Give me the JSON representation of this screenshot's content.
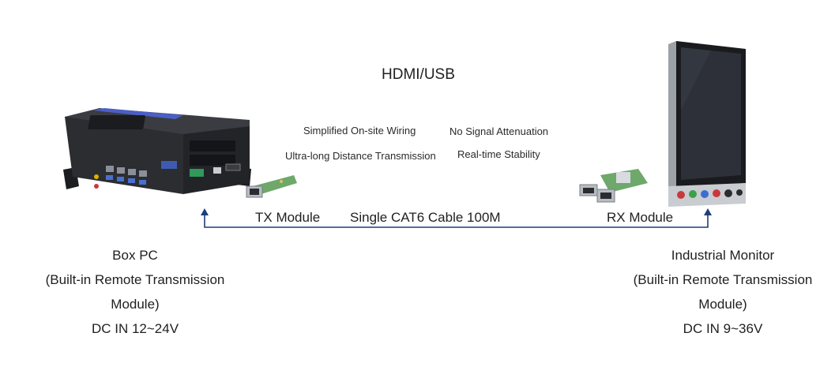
{
  "title": "HDMI/USB",
  "features": {
    "wiring": "Simplified On-site Wiring",
    "attenuation": "No Signal Attenuation",
    "distance": "Ultra-long Distance Transmission",
    "stability": "Real-time Stability"
  },
  "link": {
    "cable": "Single CAT6 Cable 100M",
    "tx": "TX Module",
    "rx": "RX Module"
  },
  "box_pc": {
    "line1": "Box PC",
    "line2": "(Built-in Remote Transmission",
    "line3": "Module)",
    "line4": "DC IN 12~24V"
  },
  "monitor": {
    "line1": "Industrial Monitor",
    "line2": "(Built-in Remote Transmission",
    "line3": "Module)",
    "line4": "DC IN 9~36V"
  },
  "colors": {
    "connector_line": "#1f3d7a",
    "device_body": "#2b2d31",
    "accent_stripe": "#4a5fc7",
    "pcb": "#6ea86a"
  }
}
